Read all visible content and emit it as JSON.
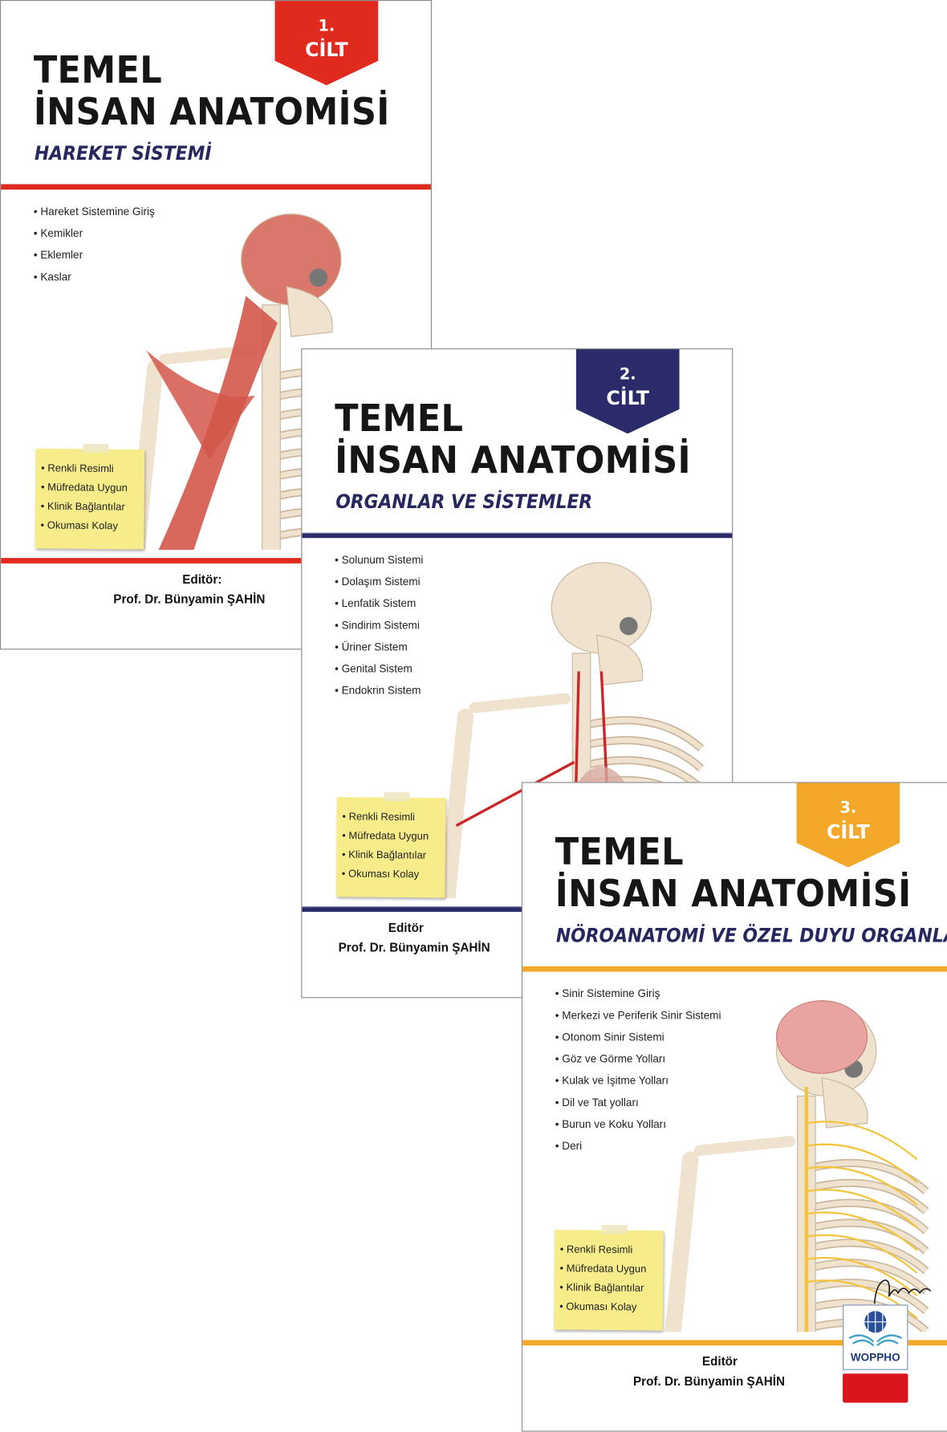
{
  "books": [
    {
      "volume_number": "1.",
      "volume_label": "CİLT",
      "title_line1": "TEMEL",
      "title_line2": "İNSAN ANATOMİSİ",
      "subtitle": "HAREKET SİSTEMİ",
      "accent_color": "#e02a1e",
      "topics": [
        "Hareket Sistemine Giriş",
        "Kemikler",
        "Eklemler",
        "Kaslar"
      ],
      "features": [
        "Renkli Resimli",
        "Müfredata Uygun",
        "Klinik Bağlantılar",
        "Okuması Kolay"
      ],
      "editor_label": "Editör:",
      "editor_name": "Prof. Dr. Bünyamin ŞAHİN"
    },
    {
      "volume_number": "2.",
      "volume_label": "CİLT",
      "title_line1": "TEMEL",
      "title_line2": "İNSAN ANATOMİSİ",
      "subtitle": "ORGANLAR VE SİSTEMLER",
      "accent_color": "#2b2a6b",
      "topics": [
        "Solunum Sistemi",
        "Dolaşım Sistemi",
        "Lenfatik Sistem",
        "Sindirim Sistemi",
        "Üriner Sistem",
        "Genital Sistem",
        "Endokrin Sistem"
      ],
      "features": [
        "Renkli Resimli",
        "Müfredata Uygun",
        "Klinik Bağlantılar",
        "Okuması Kolay"
      ],
      "editor_label": "Editör",
      "editor_name": "Prof. Dr. Bünyamin ŞAHİN"
    },
    {
      "volume_number": "3.",
      "volume_label": "CİLT",
      "title_line1": "TEMEL",
      "title_line2": "İNSAN ANATOMİSİ",
      "subtitle": "NÖROANATOMİ VE ÖZEL DUYU ORGANLARI",
      "accent_color": "#f3a82a",
      "topics": [
        "Sinir Sistemine Giriş",
        "Merkezi ve Periferik Sinir Sistemi",
        "Otonom Sinir Sistemi",
        "Göz ve Görme Yolları",
        "Kulak ve İşitme Yolları",
        "Dil ve Tat yolları",
        "Burun ve Koku Yolları",
        "Deri"
      ],
      "features": [
        "Renkli Resimli",
        "Müfredata Uygun",
        "Klinik Bağlantılar",
        "Okuması Kolay"
      ],
      "editor_label": "Editör",
      "editor_name": "Prof. Dr. Bünyamin ŞAHİN",
      "publisher_logo": "WOPPHO"
    }
  ]
}
